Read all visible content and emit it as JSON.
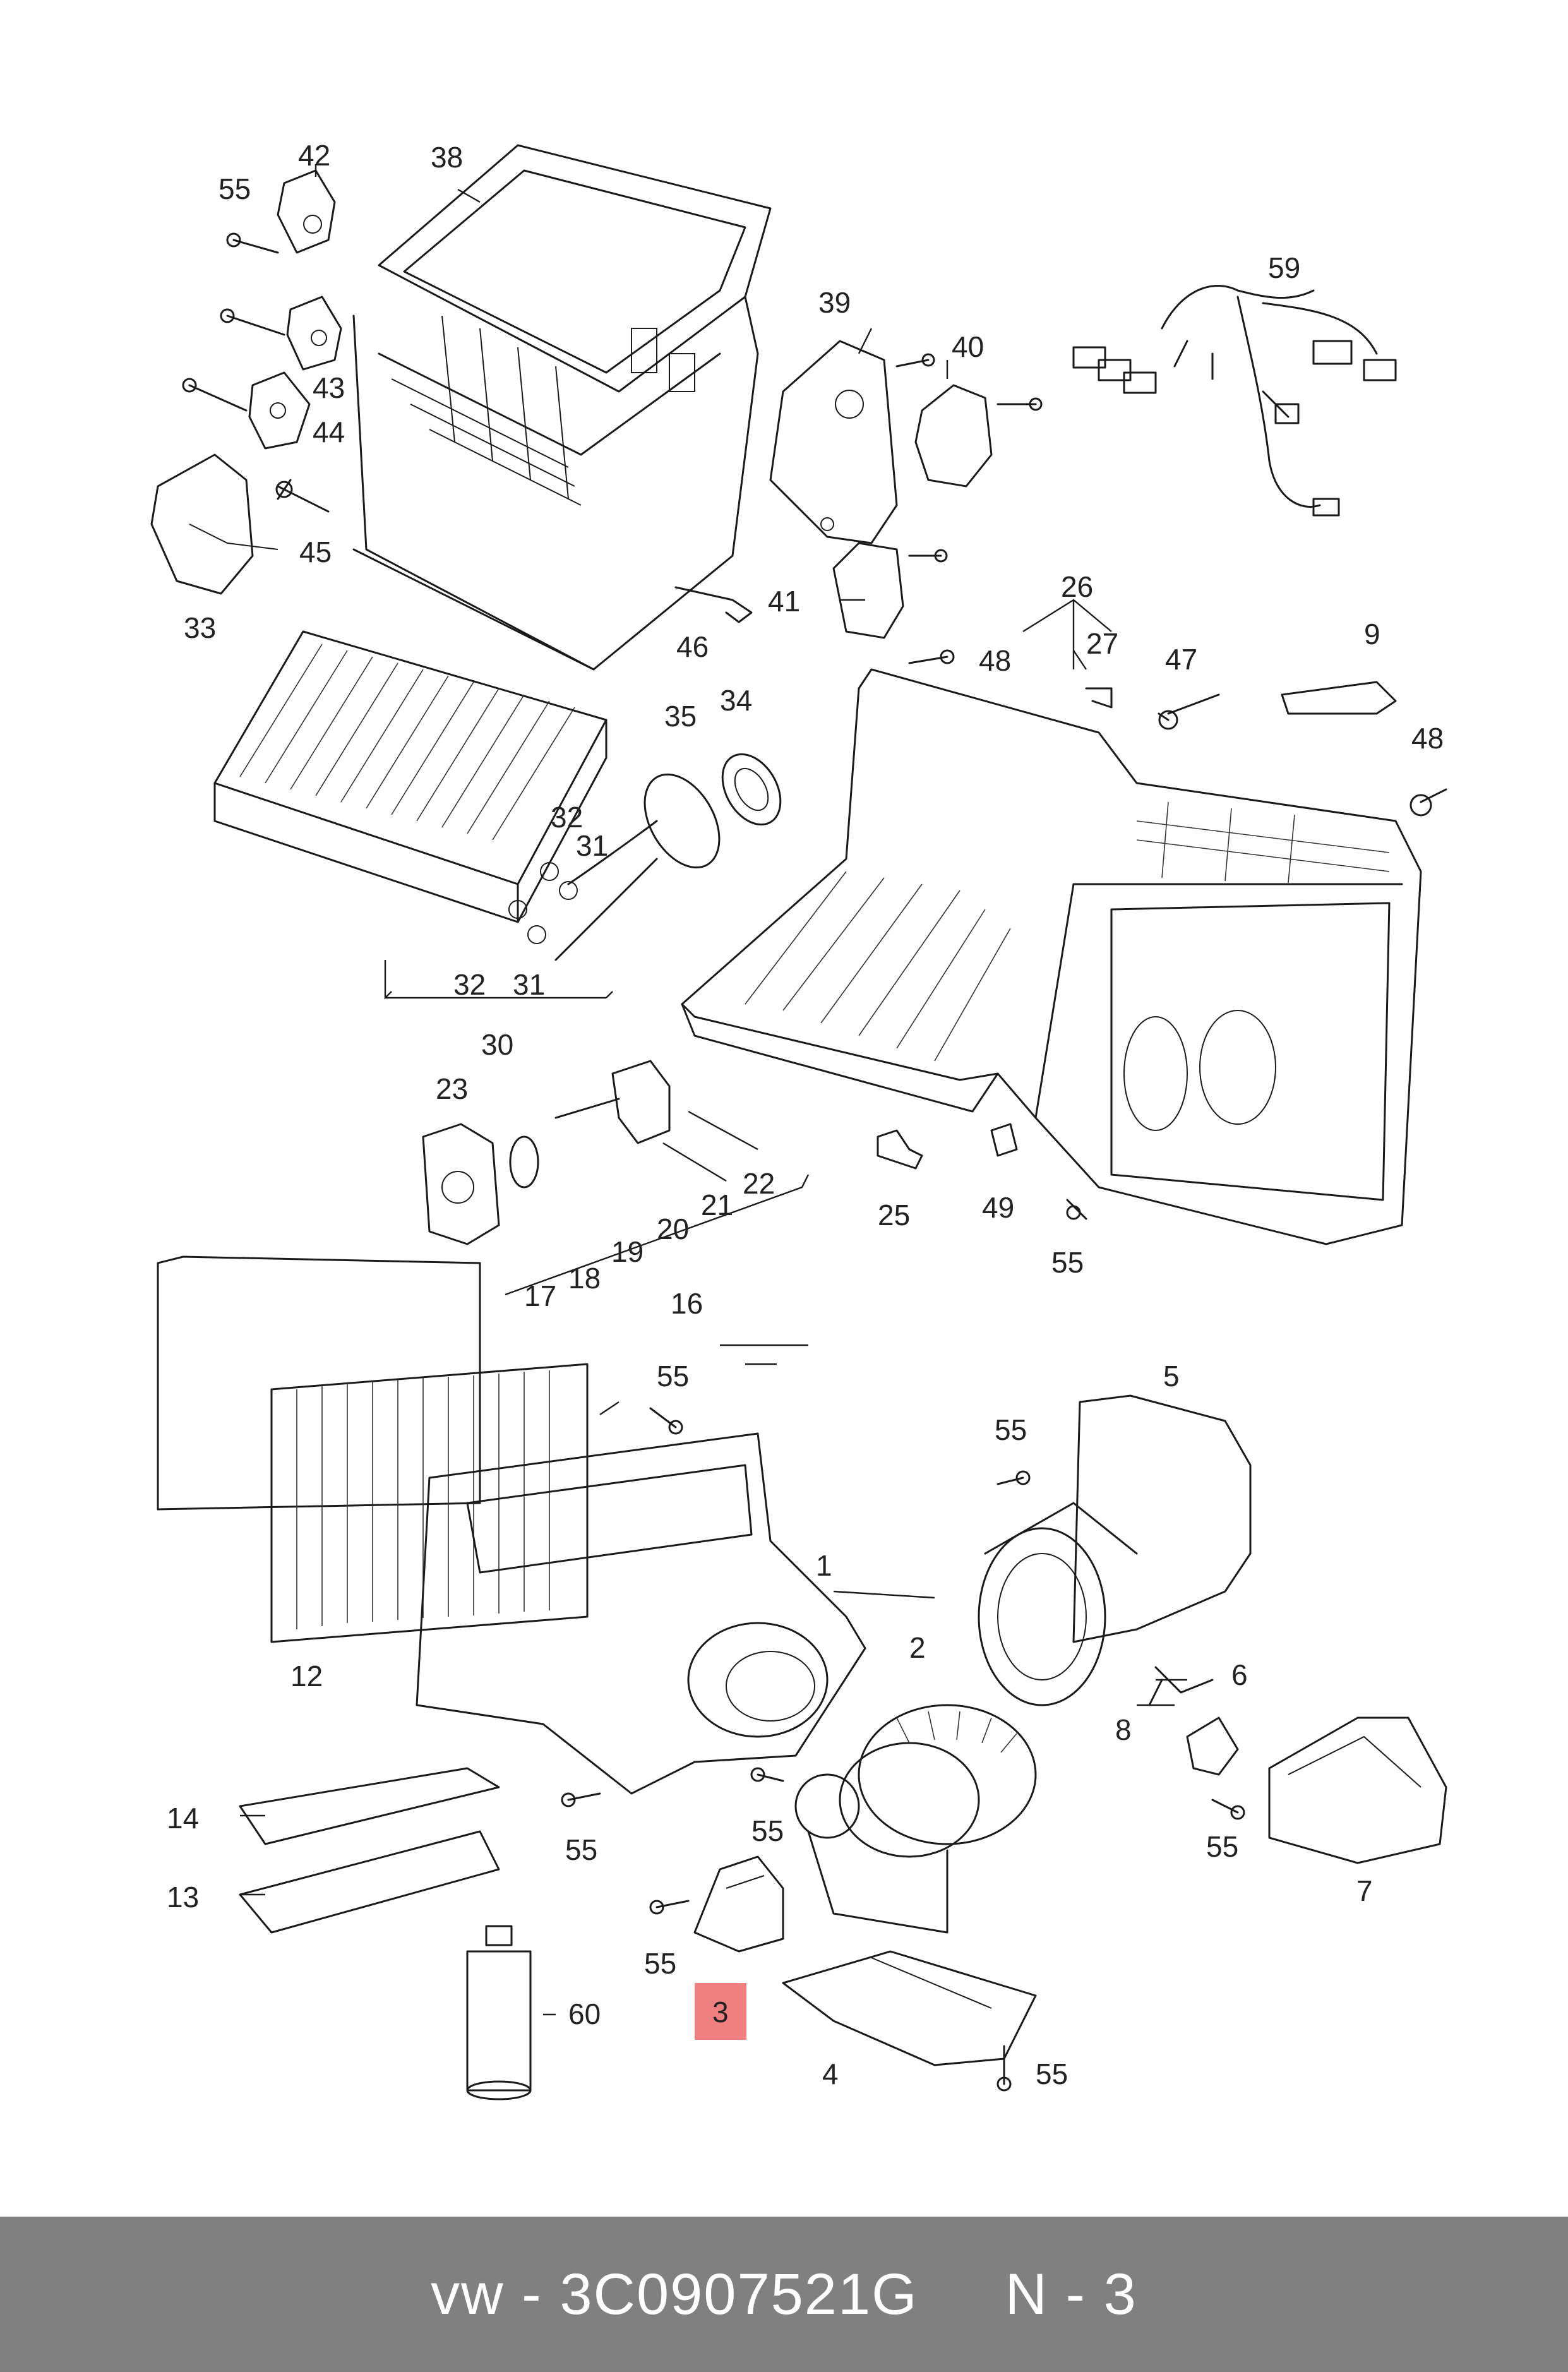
{
  "diagram": {
    "labels": {
      "p1": "1",
      "p2": "2",
      "p3": "3",
      "p4": "4",
      "p5": "5",
      "p6": "6",
      "p7": "7",
      "p8": "8",
      "p9": "9",
      "p12": "12",
      "p13": "13",
      "p14": "14",
      "p16": "16",
      "p17": "17",
      "p18": "18",
      "p19": "19",
      "p20": "20",
      "p21": "21",
      "p22": "22",
      "p23": "23",
      "p25": "25",
      "p26": "26",
      "p27": "27",
      "p30": "30",
      "p31a": "31",
      "p31b": "31",
      "p32a": "32",
      "p32b": "32",
      "p33": "33",
      "p34": "34",
      "p35": "35",
      "p38": "38",
      "p39": "39",
      "p40": "40",
      "p41": "41",
      "p42": "42",
      "p43": "43",
      "p44": "44",
      "p45": "45",
      "p46": "46",
      "p47": "47",
      "p48a": "48",
      "p48b": "48",
      "p49": "49",
      "p55": "55",
      "p59": "59",
      "p60": "60"
    },
    "highlighted_part": "3",
    "highlight_color": "#f08080"
  },
  "footer": {
    "text": "vw - 3C0907521G     N - 3",
    "background": "#808080",
    "text_color": "#ffffff"
  }
}
